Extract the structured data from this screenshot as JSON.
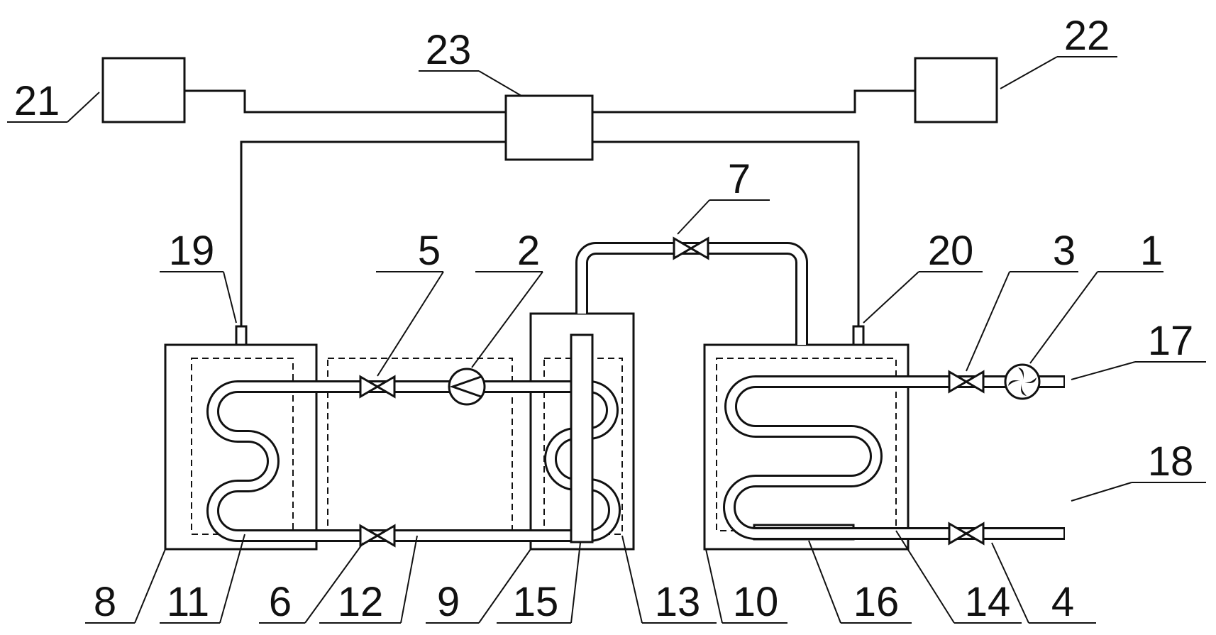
{
  "labels": {
    "l1": "1",
    "l2": "2",
    "l3": "3",
    "l4": "4",
    "l5": "5",
    "l6": "6",
    "l7": "7",
    "l8": "8",
    "l9": "9",
    "l10": "10",
    "l11": "11",
    "l12": "12",
    "l13": "13",
    "l14": "14",
    "l15": "15",
    "l16": "16",
    "l17": "17",
    "l18": "18",
    "l19": "19",
    "l20": "20",
    "l21": "21",
    "l22": "22",
    "l23": "23"
  },
  "colors": {
    "line": "#111111",
    "background": "#ffffff"
  },
  "icons": [
    "valve-icon",
    "pump-icon",
    "fan-icon"
  ]
}
